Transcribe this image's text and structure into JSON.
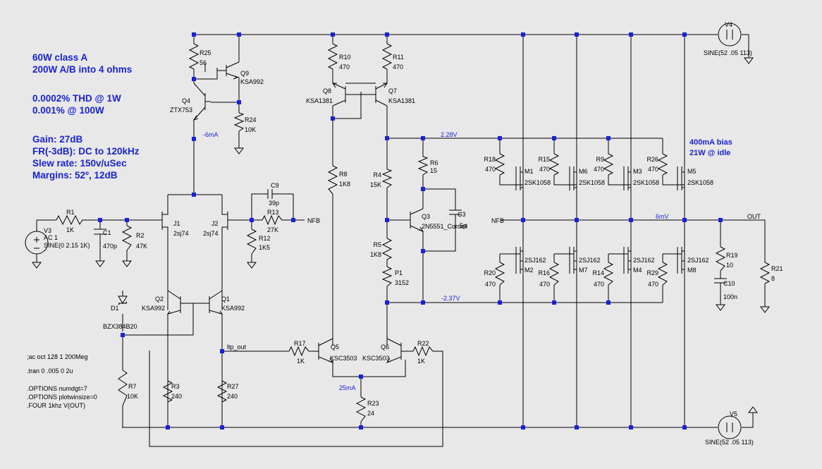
{
  "notes": {
    "power": [
      "60W class A",
      "200W A/B into 4 ohms"
    ],
    "distortion": [
      "0.0002% THD @ 1W",
      "0.001% @ 100W"
    ],
    "specs": [
      "Gain: 27dB",
      "FR(-3dB): DC to 120kHz",
      "Slew rate: 150v/uSec",
      "Margins: 52º, 12dB"
    ],
    "bias": [
      "400mA bias",
      "21W @ idle"
    ]
  },
  "directives": [
    ";ac oct 128 1 200Meg",
    ".tran 0 .005 0 2u",
    ".OPTIONS numdgt=7",
    ".OPTIONS plotwinsize=0",
    ".FOUR 1khz V(OUT)"
  ],
  "components": {
    "R25": {
      "ref": "R25",
      "value": "56"
    },
    "Q9": {
      "ref": "Q9",
      "value": "KSA992"
    },
    "Q4": {
      "ref": "Q4",
      "value": "ZTX753"
    },
    "R24": {
      "ref": "R24",
      "value": "10K"
    },
    "R10": {
      "ref": "R10",
      "value": "470"
    },
    "R11": {
      "ref": "R11",
      "value": "470"
    },
    "Q8": {
      "ref": "Q8",
      "value": "KSA1381"
    },
    "Q7": {
      "ref": "Q7",
      "value": "KSA1381"
    },
    "R8": {
      "ref": "R8",
      "value": "1K8"
    },
    "R4": {
      "ref": "R4",
      "value": "15K"
    },
    "R6": {
      "ref": "R6",
      "value": "15"
    },
    "Q3": {
      "ref": "Q3",
      "value": "2N5551_Cordell"
    },
    "C3": {
      "ref": "C3",
      "value": "5p"
    },
    "R5": {
      "ref": "R5",
      "value": "1K8"
    },
    "P1": {
      "ref": "P1",
      "value": "3152"
    },
    "R1": {
      "ref": "R1",
      "value": "1K"
    },
    "C1": {
      "ref": "C1",
      "value": "470p"
    },
    "R2": {
      "ref": "R2",
      "value": "47K"
    },
    "V3": {
      "ref": "V3",
      "value": "AC 1",
      "spec": "SINE(0 2.15 1K)"
    },
    "J1": {
      "ref": "J1",
      "value": "2sj74"
    },
    "J2": {
      "ref": "J2",
      "value": "2sj74"
    },
    "C9": {
      "ref": "C9",
      "value": "39p"
    },
    "R13": {
      "ref": "R13",
      "value": "27K"
    },
    "R12": {
      "ref": "R12",
      "value": "1K5"
    },
    "Q2": {
      "ref": "Q2",
      "value": "KSA992"
    },
    "Q1": {
      "ref": "Q1",
      "value": "KSA992"
    },
    "D1": {
      "ref": "D1",
      "value": "BZX384B20"
    },
    "R7": {
      "ref": "R7",
      "value": "10K"
    },
    "R3": {
      "ref": "R3",
      "value": "240"
    },
    "R27": {
      "ref": "R27",
      "value": "240"
    },
    "R17": {
      "ref": "R17",
      "value": "1K"
    },
    "Q5": {
      "ref": "Q5",
      "value": "KSC3503"
    },
    "Q6": {
      "ref": "Q6",
      "value": "KSC3503"
    },
    "R22": {
      "ref": "R22",
      "value": "1K"
    },
    "R23": {
      "ref": "R23",
      "value": "24"
    },
    "R18": {
      "ref": "R18",
      "value": "470"
    },
    "M1": {
      "ref": "M1",
      "value": "2SK1058"
    },
    "R15": {
      "ref": "R15",
      "value": "470"
    },
    "M6": {
      "ref": "M6",
      "value": "2SK1058"
    },
    "R9": {
      "ref": "R9",
      "value": "470"
    },
    "M3": {
      "ref": "M3",
      "value": "2SK1058"
    },
    "R26": {
      "ref": "R26",
      "value": "470"
    },
    "M5": {
      "ref": "M5",
      "value": "2SK1058"
    },
    "R20": {
      "ref": "R20",
      "value": "470"
    },
    "M2": {
      "ref": "M2",
      "value": "2SJ162"
    },
    "R16": {
      "ref": "R16",
      "value": "470"
    },
    "M7": {
      "ref": "M7",
      "value": "2SJ162"
    },
    "R14": {
      "ref": "R14",
      "value": "470"
    },
    "M4": {
      "ref": "M4",
      "value": "2SJ162"
    },
    "R29": {
      "ref": "R29",
      "value": "470"
    },
    "M8": {
      "ref": "M8",
      "value": "2SJ162"
    },
    "R19": {
      "ref": "R19",
      "value": "10"
    },
    "C10": {
      "ref": "C10",
      "value": "100n"
    },
    "R21": {
      "ref": "R21",
      "value": "8"
    },
    "V4": {
      "ref": "V4",
      "spec": "SINE(52 .05 113)"
    },
    "V5": {
      "ref": "V5",
      "spec": "SINE(52 .05 113)"
    }
  },
  "nets": {
    "nfb_left": "NFB",
    "nfb_right": "NFB",
    "ltp_out": "ltp_out",
    "out": "OUT"
  },
  "measurements": {
    "i_q4": "-6mA",
    "v_top": "2.28V",
    "v_bot": "-2.37V",
    "i_tail": "25mA",
    "v_out": "6mV"
  }
}
